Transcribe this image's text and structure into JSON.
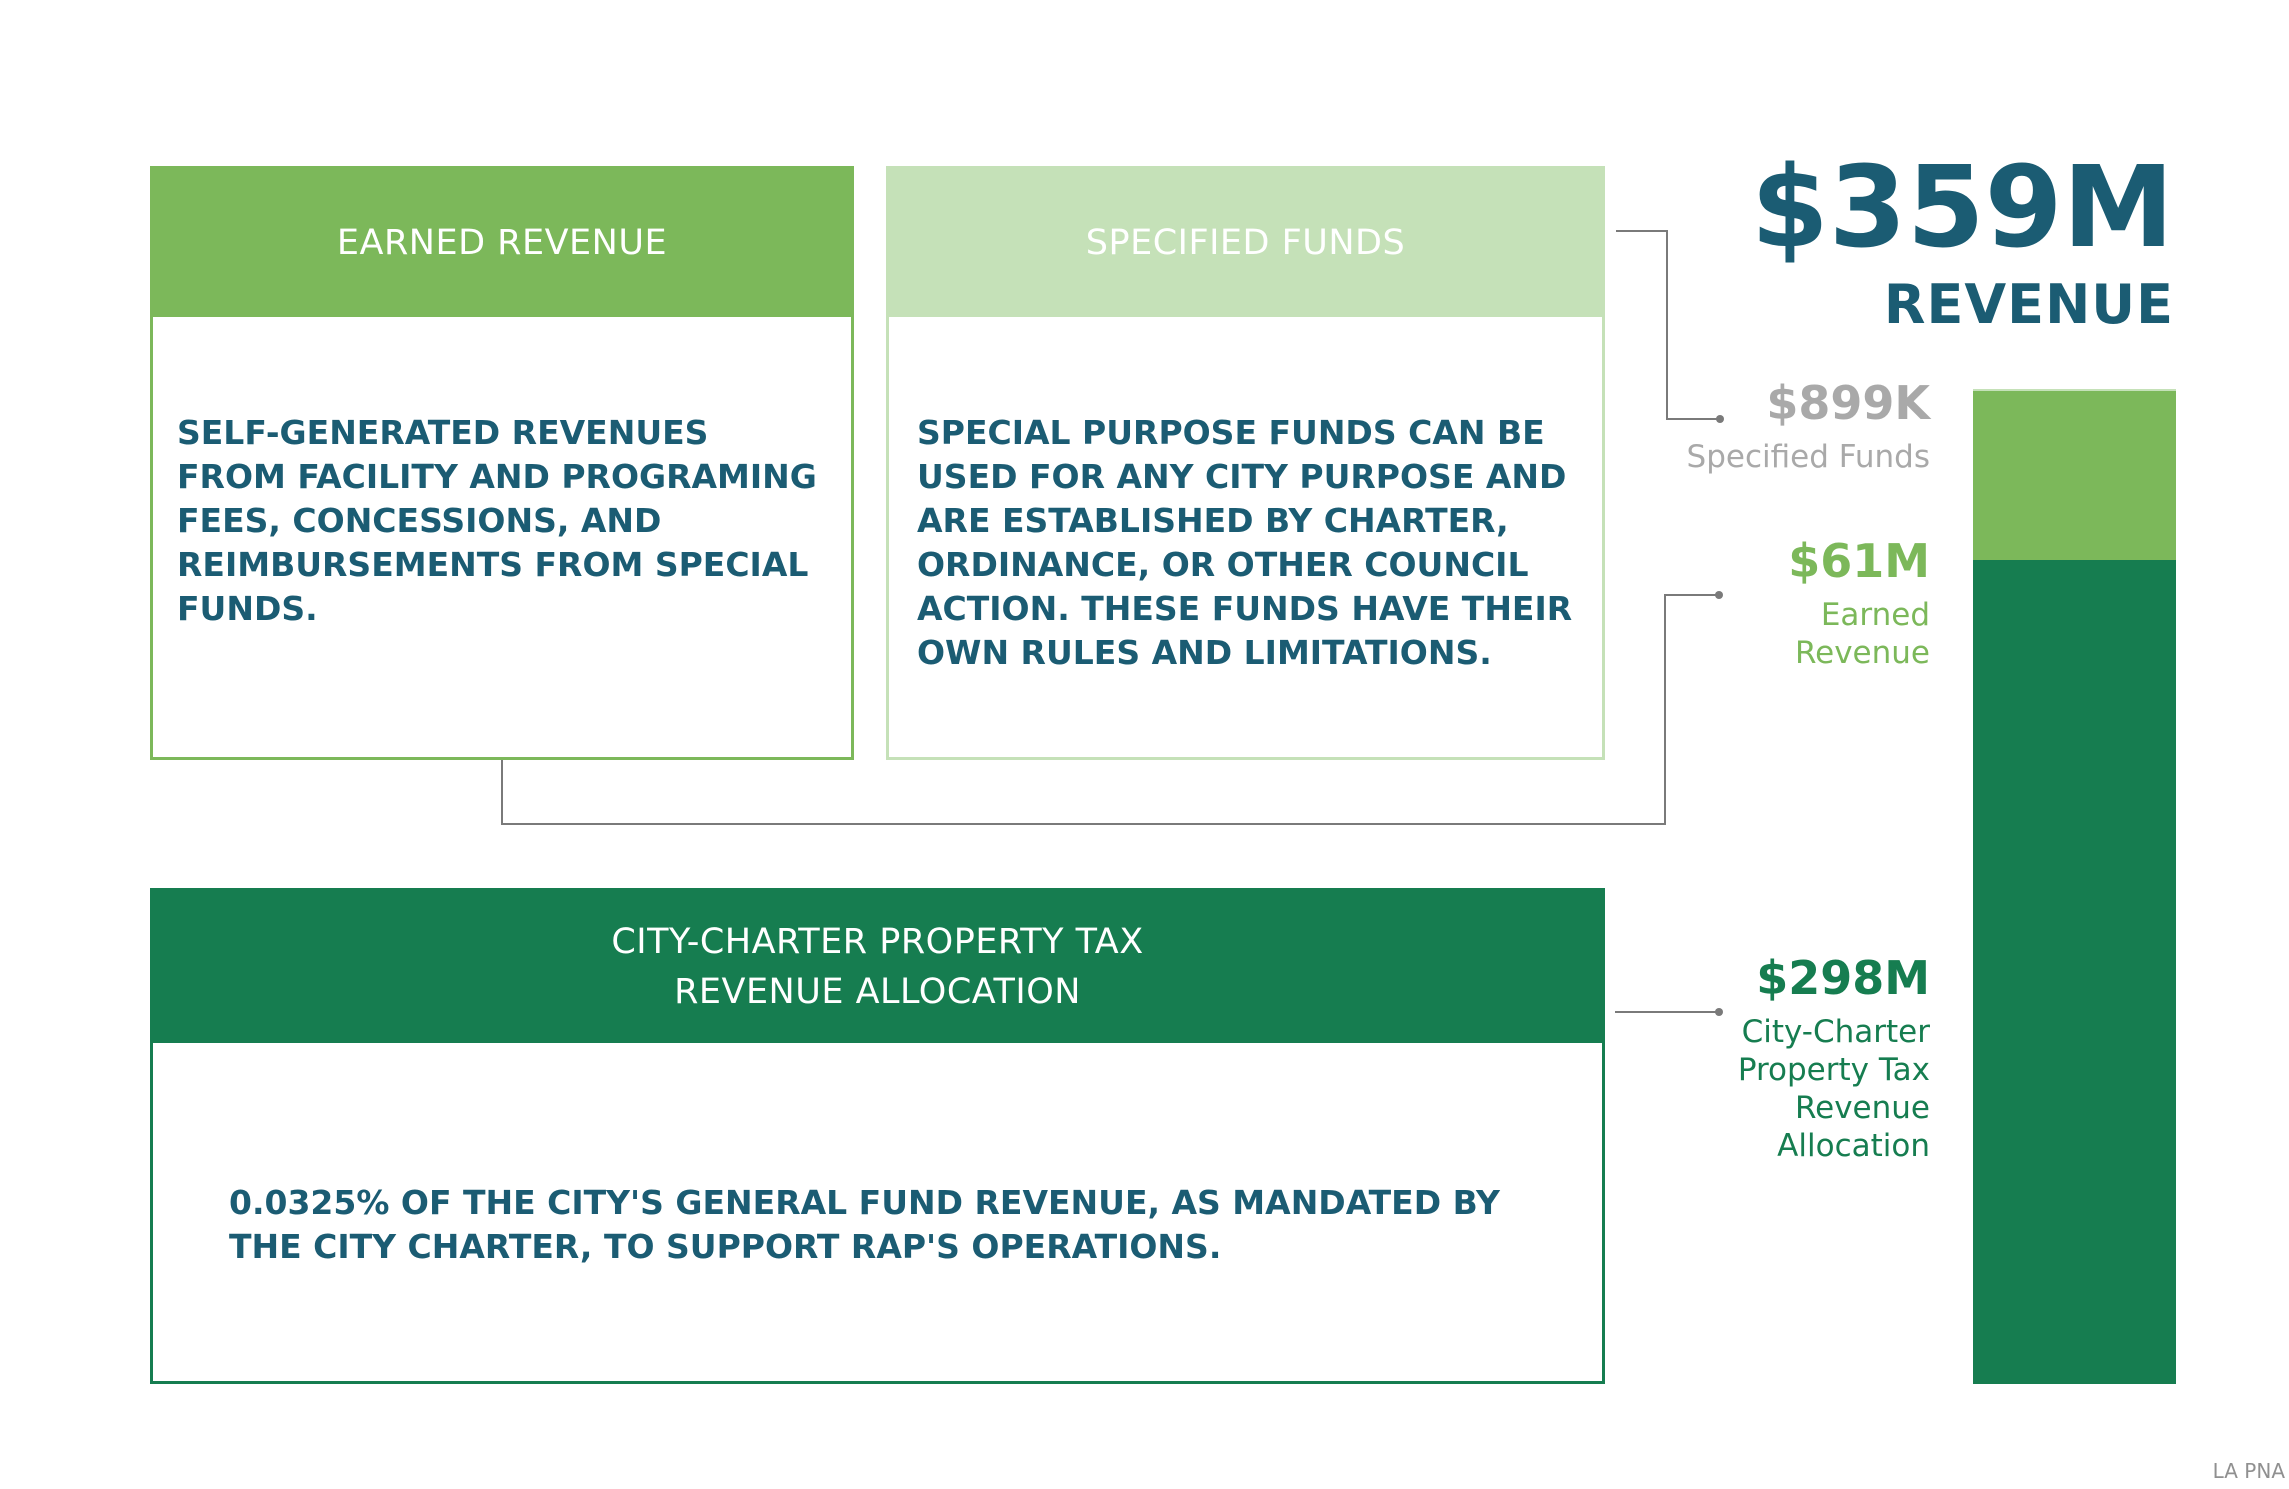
{
  "cards": {
    "earned": {
      "title": "EARNED REVENUE",
      "body": "SELF-GENERATED REVENUES FROM FACILITY AND PROGRAMING FEES, CONCESSIONS, AND REIMBURSEMENTS FROM SPECIAL FUNDS."
    },
    "specified": {
      "title": "SPECIFIED FUNDS",
      "body": "SPECIAL PURPOSE FUNDS CAN BE USED FOR ANY CITY PURPOSE AND ARE ESTABLISHED BY CHARTER, ORDINANCE, OR OTHER COUNCIL ACTION. THESE FUNDS HAVE THEIR OWN RULES AND LIMITATIONS."
    },
    "charter": {
      "title_line1": "CITY-CHARTER PROPERTY TAX",
      "title_line2": "REVENUE ALLOCATION",
      "body": "0.0325% OF THE CITY'S GENERAL FUND REVENUE, AS MANDATED BY THE CITY CHARTER, TO SUPPORT RAP'S OPERATIONS."
    }
  },
  "total": {
    "amount": "$359M",
    "label": "REVENUE"
  },
  "segments": {
    "specified": {
      "amount": "$899K",
      "label": "Specified Funds"
    },
    "earned": {
      "amount": "$61M",
      "label_line1": "Earned",
      "label_line2": "Revenue"
    },
    "charter": {
      "amount": "$298M",
      "label_line1": "City-Charter",
      "label_line2": "Property Tax",
      "label_line3": "Revenue",
      "label_line4": "Allocation"
    }
  },
  "chart_data": {
    "type": "bar",
    "stacked": true,
    "unit": "$M",
    "categories": [
      "Specified Funds",
      "Earned Revenue",
      "City-Charter Property Tax Revenue Allocation"
    ],
    "values": [
      0.899,
      61,
      298
    ],
    "total": 359
  },
  "colors": {
    "specified": "#c5e1b8",
    "earned": "#7cb85a",
    "charter": "#167d50",
    "text": "#1b5c73",
    "muted": "#a9a9a9",
    "connector": "#7a7a7a"
  },
  "credit": "LA PNA"
}
